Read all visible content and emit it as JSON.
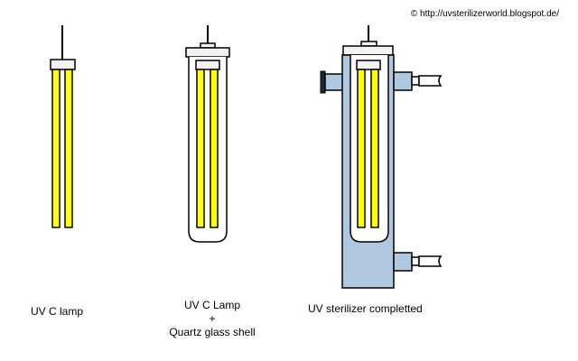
{
  "copyright": "© http://uvsterilizerworld.blogspot.de/",
  "labels": {
    "lamp": "UV C lamp",
    "lamp_shell_line1": "UV C Lamp",
    "lamp_shell_line2": "+",
    "lamp_shell_line3": "Quartz glass shell",
    "completed": "UV sterilizer completted"
  },
  "colors": {
    "lamp_yellow": "#ffff00",
    "housing_blue": "#b0c8e0",
    "cap_gray": "#f2f2f2",
    "flange_dark": "#1a2a3c",
    "outline": "#000000"
  }
}
